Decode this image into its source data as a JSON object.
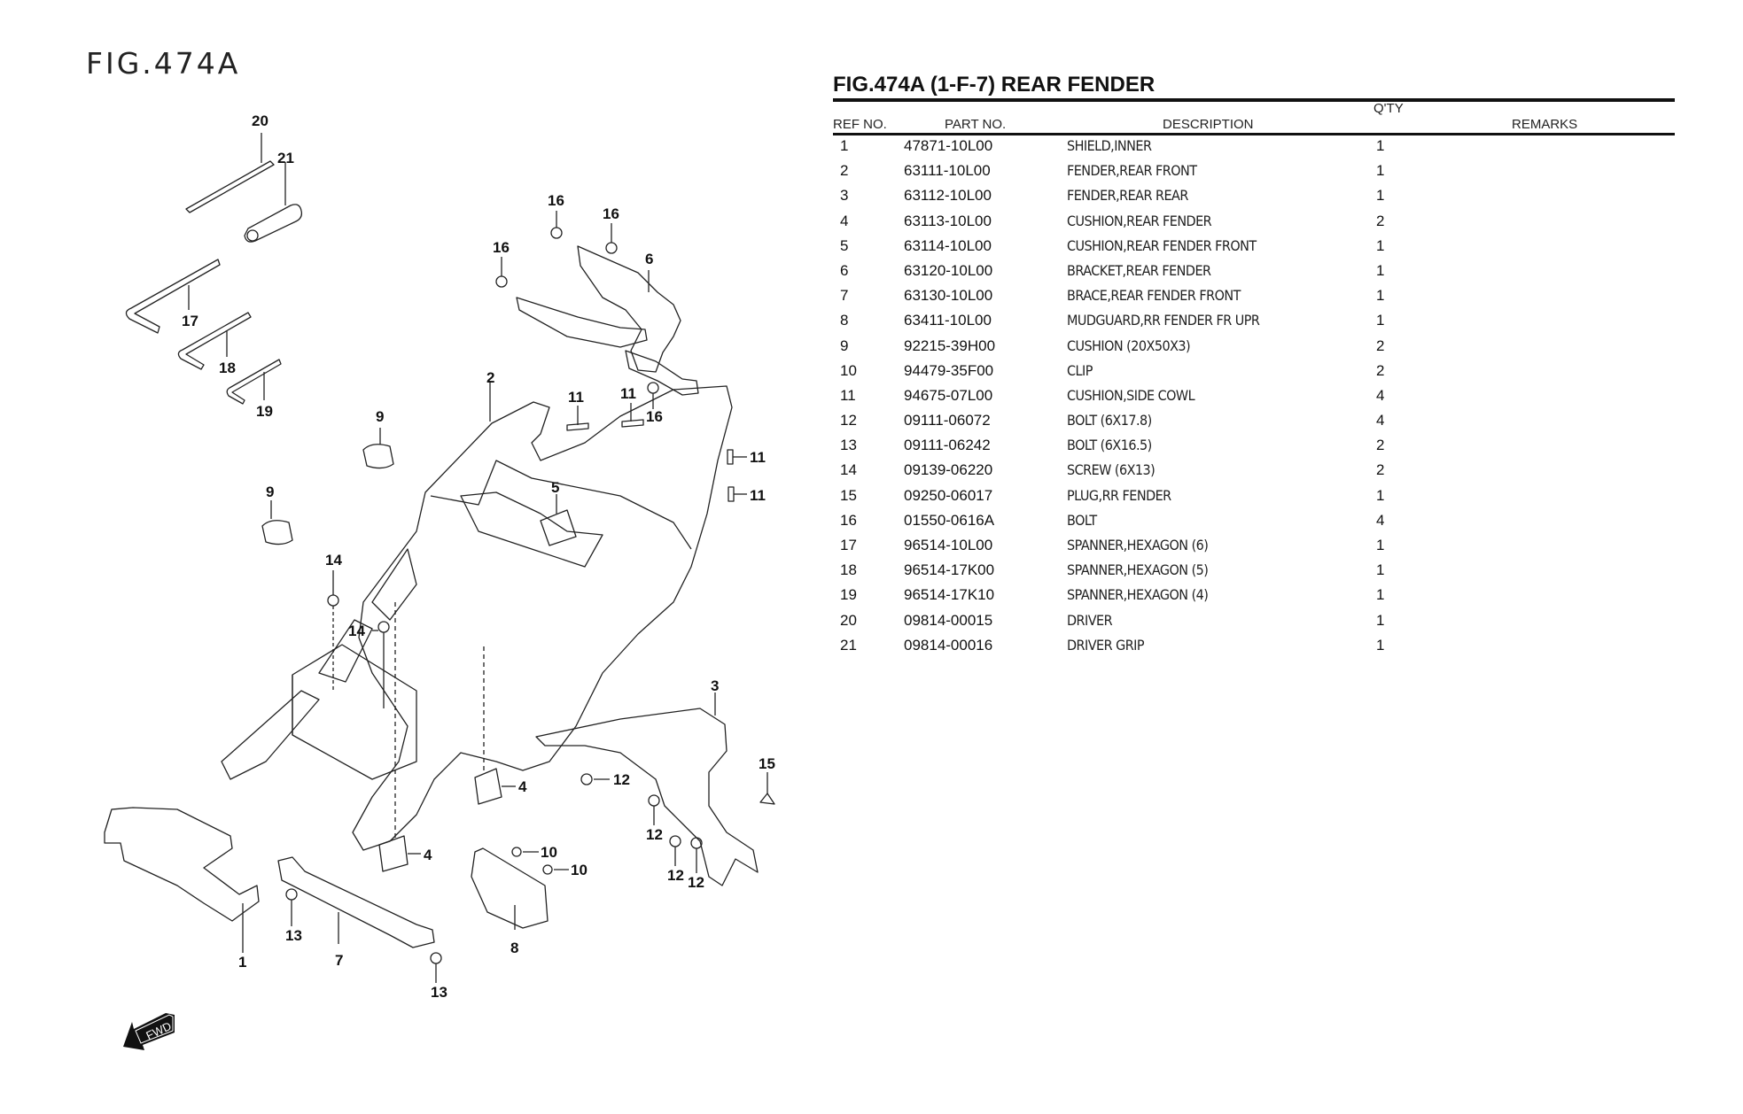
{
  "figure": {
    "label": "FIG.474A",
    "forward_marker": "FWD",
    "callouts": [
      "20",
      "21",
      "17",
      "18",
      "19",
      "16",
      "16",
      "16",
      "6",
      "2",
      "11",
      "11",
      "16",
      "9",
      "9",
      "11",
      "11",
      "5",
      "14",
      "14",
      "4",
      "4",
      "3",
      "15",
      "12",
      "12",
      "12",
      "12",
      "10",
      "10",
      "1",
      "7",
      "8",
      "13",
      "13"
    ]
  },
  "table": {
    "title": "FIG.474A (1-F-7) REAR FENDER",
    "headers": {
      "ref_no": "REF NO.",
      "part_no": "PART NO.",
      "description": "DESCRIPTION",
      "qty": "Q'TY",
      "remarks": "REMARKS"
    },
    "rows": [
      {
        "ref": "1",
        "part": "47871-10L00",
        "desc": "SHIELD,INNER",
        "qty": "1"
      },
      {
        "ref": "2",
        "part": "63111-10L00",
        "desc": "FENDER,REAR FRONT",
        "qty": "1"
      },
      {
        "ref": "3",
        "part": "63112-10L00",
        "desc": "FENDER,REAR REAR",
        "qty": "1"
      },
      {
        "ref": "4",
        "part": "63113-10L00",
        "desc": "CUSHION,REAR FENDER",
        "qty": "2"
      },
      {
        "ref": "5",
        "part": "63114-10L00",
        "desc": "CUSHION,REAR FENDER FRONT",
        "qty": "1"
      },
      {
        "ref": "6",
        "part": "63120-10L00",
        "desc": "BRACKET,REAR FENDER",
        "qty": "1"
      },
      {
        "ref": "7",
        "part": "63130-10L00",
        "desc": "BRACE,REAR FENDER FRONT",
        "qty": "1"
      },
      {
        "ref": "8",
        "part": "63411-10L00",
        "desc": "MUDGUARD,RR FENDER FR UPR",
        "qty": "1"
      },
      {
        "ref": "9",
        "part": "92215-39H00",
        "desc": "CUSHION (20X50X3)",
        "qty": "2"
      },
      {
        "ref": "10",
        "part": "94479-35F00",
        "desc": "CLIP",
        "qty": "2"
      },
      {
        "ref": "11",
        "part": "94675-07L00",
        "desc": "CUSHION,SIDE COWL",
        "qty": "4"
      },
      {
        "ref": "12",
        "part": "09111-06072",
        "desc": "BOLT (6X17.8)",
        "qty": "4"
      },
      {
        "ref": "13",
        "part": "09111-06242",
        "desc": "BOLT (6X16.5)",
        "qty": "2"
      },
      {
        "ref": "14",
        "part": "09139-06220",
        "desc": "SCREW (6X13)",
        "qty": "2"
      },
      {
        "ref": "15",
        "part": "09250-06017",
        "desc": "PLUG,RR FENDER",
        "qty": "1"
      },
      {
        "ref": "16",
        "part": "01550-0616A",
        "desc": "BOLT",
        "qty": "4"
      },
      {
        "ref": "17",
        "part": "96514-10L00",
        "desc": "SPANNER,HEXAGON (6)",
        "qty": "1"
      },
      {
        "ref": "18",
        "part": "96514-17K00",
        "desc": "SPANNER,HEXAGON (5)",
        "qty": "1"
      },
      {
        "ref": "19",
        "part": "96514-17K10",
        "desc": "SPANNER,HEXAGON (4)",
        "qty": "1"
      },
      {
        "ref": "20",
        "part": "09814-00015",
        "desc": "DRIVER",
        "qty": "1"
      },
      {
        "ref": "21",
        "part": "09814-00016",
        "desc": "DRIVER GRIP",
        "qty": "1"
      }
    ]
  }
}
